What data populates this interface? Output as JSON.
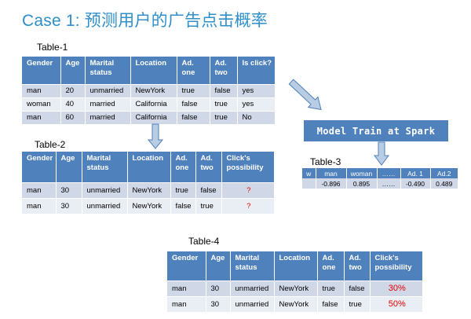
{
  "title": "Case 1: 预测用户的广告点击概率",
  "table1": {
    "label": "Table-1",
    "headers": [
      "Gender",
      "Age",
      "Marital status",
      "Location",
      "Ad. one",
      "Ad. two",
      "Is click?"
    ],
    "rows": [
      [
        "man",
        "20",
        "unmarried",
        "NewYork",
        "true",
        "false",
        "yes"
      ],
      [
        "woman",
        "40",
        "married",
        "California",
        "false",
        "true",
        "yes"
      ],
      [
        "man",
        "60",
        "married",
        "California",
        "false",
        "true",
        "No"
      ]
    ]
  },
  "table2": {
    "label": "Table-2",
    "headers": [
      "Gender",
      "Age",
      "Marital status",
      "Location",
      "Ad. one",
      "Ad. two",
      "Click's possibility"
    ],
    "rows": [
      [
        "man",
        "30",
        "unmarried",
        "NewYork",
        "true",
        "false",
        "?"
      ],
      [
        "man",
        "30",
        "unmarried",
        "NewYork",
        "false",
        "true",
        "?"
      ]
    ]
  },
  "spark_label": "Model Train at Spark",
  "table3": {
    "label": "Table-3",
    "headers": [
      "w",
      "man",
      "woman",
      "……",
      "Ad. 1",
      "Ad.2"
    ],
    "values": [
      "",
      "-0.896",
      "0.895",
      "……",
      "-0.490",
      "0.489"
    ]
  },
  "table4": {
    "label": "Table-4",
    "headers": [
      "Gender",
      "Age",
      "Marital status",
      "Location",
      "Ad. one",
      "Ad. two",
      "Click's possibility"
    ],
    "rows": [
      [
        "man",
        "30",
        "unmarried",
        "NewYork",
        "true",
        "false",
        "30%"
      ],
      [
        "man",
        "30",
        "unmarried",
        "NewYork",
        "false",
        "true",
        "50%"
      ]
    ]
  },
  "colors": {
    "title": "#2e8fc9",
    "header": "#4f81bd",
    "row_dark": "#d0d8e8",
    "row_light": "#e9edf4",
    "highlight": "#e60000",
    "arrow_fill": "#b8cce4",
    "arrow_stroke": "#4f81bd"
  }
}
